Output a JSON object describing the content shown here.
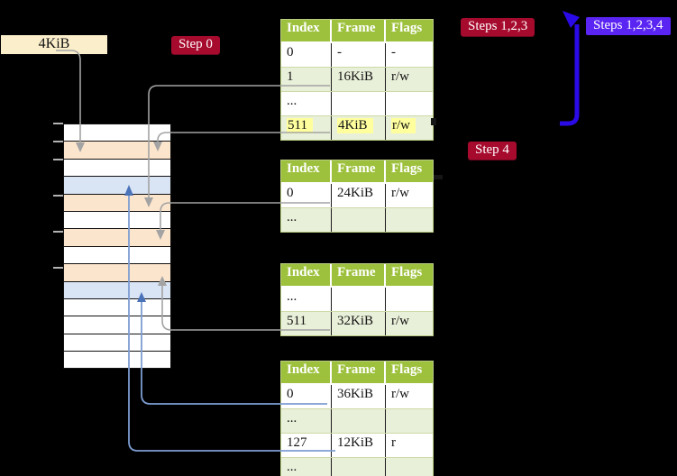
{
  "labels": {
    "page_size": "4KiB",
    "step0": "Step 0",
    "steps123": "Steps 1,2,3",
    "steps1234": "Steps 1,2,3,4",
    "step4": "Step 4"
  },
  "table_headers": [
    "Index",
    "Frame",
    "Flags"
  ],
  "page_tables": [
    {
      "id": "level-1",
      "rows": [
        {
          "index": "0",
          "frame": "-",
          "flags": "-"
        },
        {
          "index": "1",
          "frame": "16KiB",
          "flags": "r/w"
        },
        {
          "index": "...",
          "frame": "",
          "flags": ""
        },
        {
          "index": "511",
          "frame": "4KiB",
          "flags": "r/w",
          "highlight": true
        }
      ]
    },
    {
      "id": "level-2",
      "rows": [
        {
          "index": "0",
          "frame": "24KiB",
          "flags": "r/w"
        },
        {
          "index": "...",
          "frame": "",
          "flags": ""
        }
      ]
    },
    {
      "id": "level-3",
      "rows": [
        {
          "index": "...",
          "frame": "",
          "flags": ""
        },
        {
          "index": "511",
          "frame": "32KiB",
          "flags": "r/w"
        }
      ]
    },
    {
      "id": "level-4",
      "rows": [
        {
          "index": "0",
          "frame": "36KiB",
          "flags": "r/w"
        },
        {
          "index": "...",
          "frame": "",
          "flags": ""
        },
        {
          "index": "127",
          "frame": "12KiB",
          "flags": "r"
        },
        {
          "index": "...",
          "frame": "",
          "flags": ""
        }
      ]
    }
  ],
  "memory_rows": [
    "white",
    "peach",
    "white",
    "blue",
    "peach",
    "white",
    "peach",
    "white",
    "peach",
    "blue",
    "white",
    "white",
    "white",
    "white"
  ],
  "connections": [
    {
      "from": "page-size-label",
      "to": "memory-row-2",
      "color": "gray"
    },
    {
      "from": "table-1-row-1",
      "to": "memory-row-5",
      "color": "gray"
    },
    {
      "from": "table-1-row-511",
      "to": "memory-row-2",
      "color": "gray"
    },
    {
      "from": "table-2-row-0",
      "to": "memory-row-7",
      "color": "gray"
    },
    {
      "from": "table-3-row-511",
      "to": "memory-row-9",
      "color": "gray"
    },
    {
      "from": "table-4-row-0",
      "to": "memory-row-10",
      "color": "blue"
    },
    {
      "from": "table-4-row-127",
      "to": "memory-row-4",
      "color": "blue"
    },
    {
      "from": "table-4-area",
      "to": "steps123-badge",
      "color": "big-blue"
    }
  ],
  "colors": {
    "badge_red": "#a60b2e",
    "badge_blue": "#5a24f2",
    "header_green": "#9dc13d",
    "row_light_green": "#e9f0d9",
    "highlight_yellow": "#ffff9e",
    "label_cream": "#fbeecb",
    "mem_peach": "#fce5cd",
    "mem_blue": "#d9e4f4",
    "connector_gray": "#a3a3a3",
    "connector_blue": "#7d9dd2",
    "big_arrow_blue": "#2b0ae8"
  }
}
